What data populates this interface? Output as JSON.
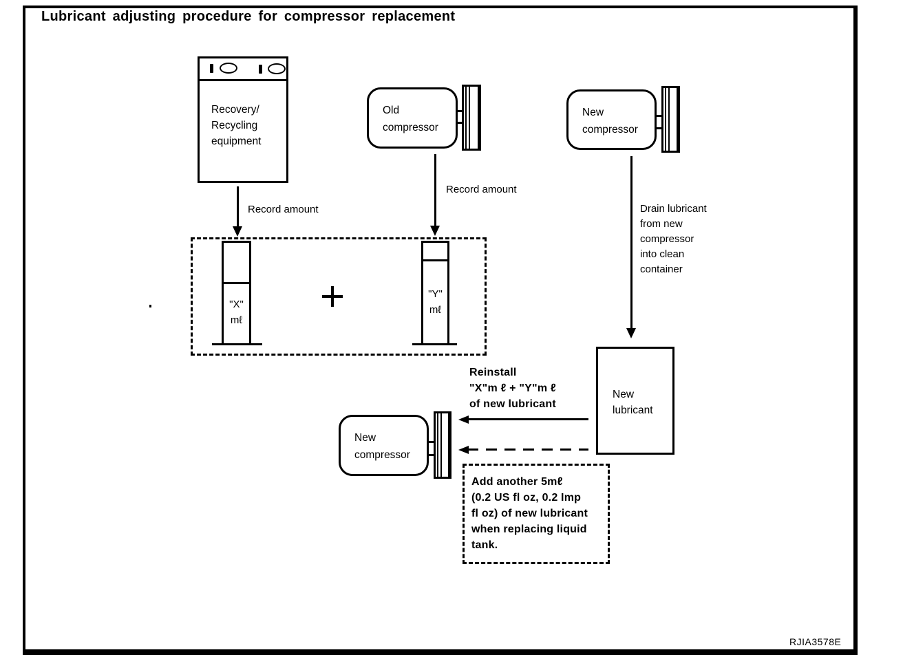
{
  "title": "Lubricant adjusting procedure for compressor replacement",
  "ref_code": "RJIA3578E",
  "colors": {
    "ink": "#000000",
    "paper": "#ffffff"
  },
  "nodes": {
    "recovery": {
      "label": "Recovery/\nRecycling\nequipment"
    },
    "old_compressor": {
      "label": "Old\ncompressor"
    },
    "new_compressor_top": {
      "label": "New\ncompressor"
    },
    "new_compressor_bottom": {
      "label": "New\ncompressor"
    },
    "new_lubricant": {
      "label": "New\nlubricant"
    },
    "cylinder_x": {
      "label": "\"X\"\nmℓ"
    },
    "cylinder_y": {
      "label": "\"Y\"\nmℓ"
    }
  },
  "icons": {
    "plus": "plus-sign between measured amounts"
  },
  "annotations": {
    "record_amount_1": "Record amount",
    "record_amount_2": "Record amount",
    "drain": "Drain lubricant\nfrom new\ncompressor\ninto clean\ncontainer",
    "reinstall": "Reinstall\n\"X\"m ℓ + \"Y\"m ℓ\nof new lubricant",
    "add_note": "Add another 5mℓ\n(0.2 US fl oz, 0.2 Imp\nfl oz) of new lubricant\nwhen replacing liquid\ntank."
  }
}
